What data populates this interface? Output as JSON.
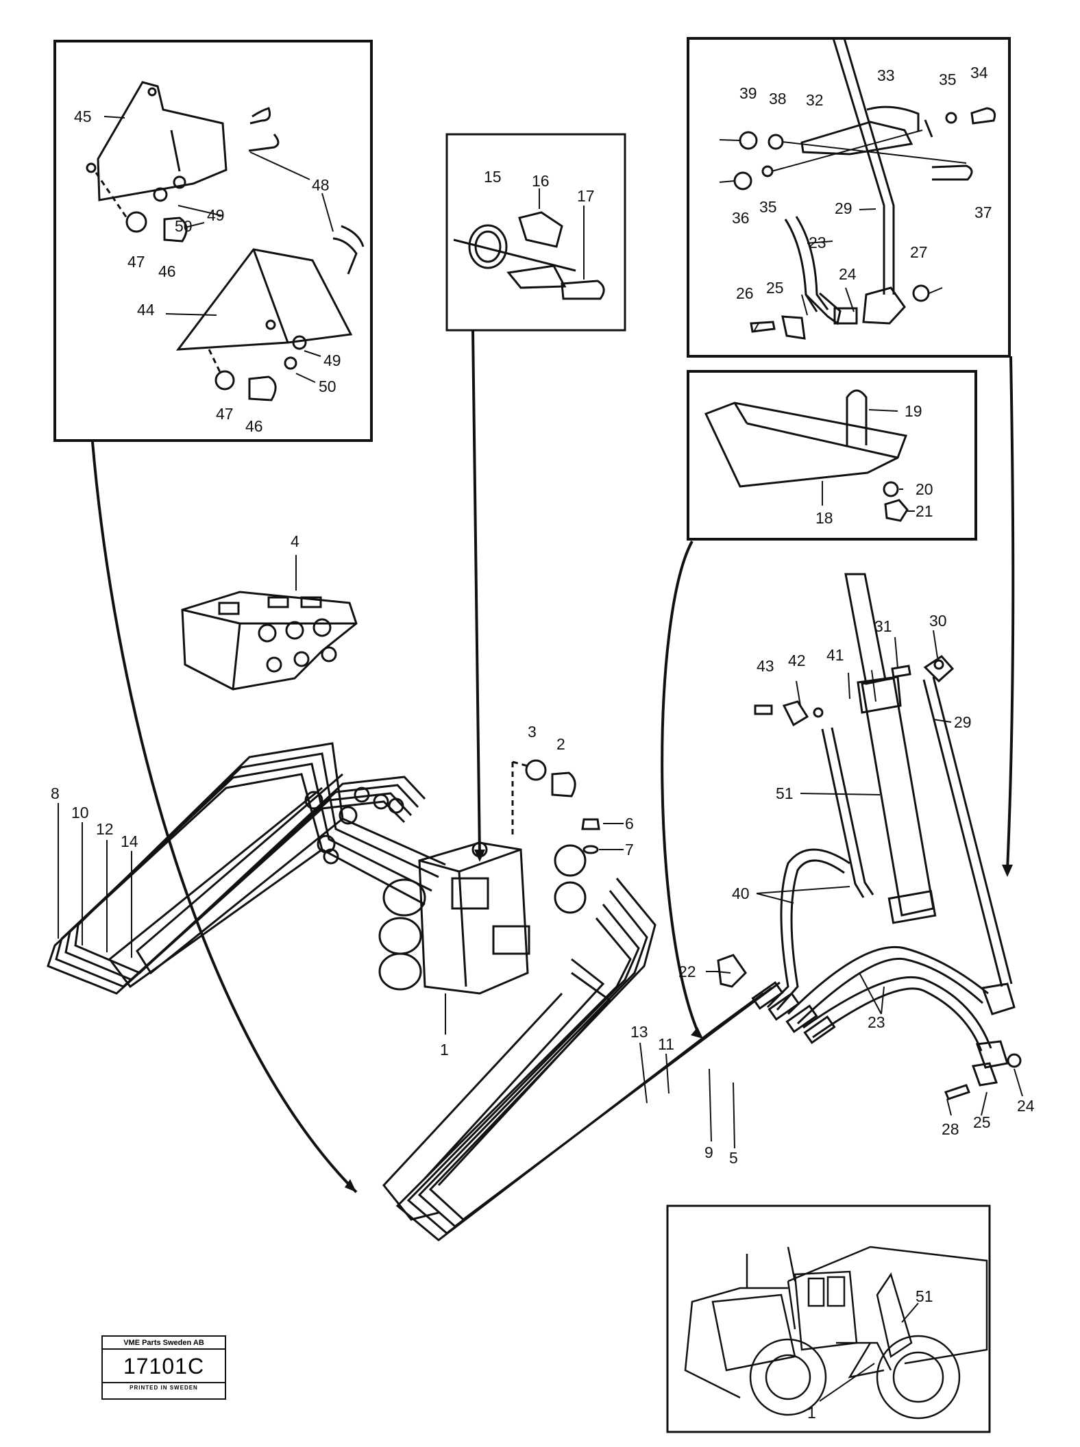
{
  "stamp": {
    "company": "VME Parts Sweden AB",
    "code": "17101C",
    "printed": "PRINTED IN SWEDEN"
  },
  "labels": {
    "l1": "1",
    "l1b": "1",
    "l2": "2",
    "l3": "3",
    "l4": "4",
    "l5": "5",
    "l6": "6",
    "l7": "7",
    "l8": "8",
    "l9": "9",
    "l10": "10",
    "l11": "11",
    "l12": "12",
    "l13": "13",
    "l14": "14",
    "l15": "15",
    "l16": "16",
    "l17": "17",
    "l18": "18",
    "l19": "19",
    "l20": "20",
    "l21": "21",
    "l22": "22",
    "l23a": "23",
    "l23b": "23",
    "l24a": "24",
    "l24b": "24",
    "l25a": "25",
    "l25b": "25",
    "l26": "26",
    "l27": "27",
    "l28": "28",
    "l29a": "29",
    "l29b": "29",
    "l30": "30",
    "l31": "31",
    "l32": "32",
    "l33": "33",
    "l34": "34",
    "l35a": "35",
    "l35b": "35",
    "l36": "36",
    "l37": "37",
    "l38": "38",
    "l39": "39",
    "l40": "40",
    "l41": "41",
    "l42": "42",
    "l43": "43",
    "l44": "44",
    "l45": "45",
    "l46a": "46",
    "l46b": "46",
    "l47a": "47",
    "l47b": "47",
    "l48": "48",
    "l49a": "49",
    "l49b": "49",
    "l50a": "50",
    "l50b": "50",
    "l51a": "51",
    "l51b": "51"
  }
}
